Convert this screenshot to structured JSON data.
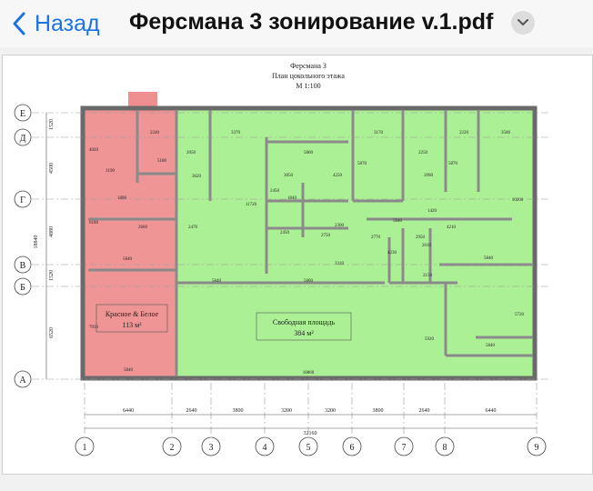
{
  "nav": {
    "back_label": "Назад",
    "title": "Ферсмана 3 зонирование v.1.pdf"
  },
  "plan": {
    "header": [
      "Ферсмана 3",
      "План цокольного этажа",
      "М 1:100"
    ],
    "zone_red": {
      "name": "Красное & Белое",
      "area": "113 м²",
      "color": "#ef8f8f"
    },
    "zone_green": {
      "name": "Свободная площадь",
      "area": "384 м²",
      "color": "#a8ef8f"
    },
    "axes_rows": [
      "Е",
      "Д",
      "Г",
      "В",
      "Б",
      "А"
    ],
    "axes_cols": [
      "1",
      "2",
      "3",
      "4",
      "5",
      "6",
      "7",
      "8",
      "9"
    ],
    "bottom_dims": [
      "6440",
      "2640",
      "3800",
      "3200",
      "3200",
      "3800",
      "2640",
      "6440"
    ],
    "total_width": "32160",
    "left_dims": [
      "1520",
      "4500",
      "4880",
      "1520",
      "6520",
      "18840"
    ],
    "room_dims": [
      "2240",
      "3370",
      "3170",
      "2220",
      "3500",
      "5800",
      "2250",
      "3190",
      "5180",
      "2050",
      "3620",
      "3050",
      "4250",
      "5870",
      "3990",
      "5870",
      "10200",
      "4020",
      "1890",
      "2450",
      "1840",
      "11720",
      "2660",
      "2470",
      "2450",
      "2750",
      "2300",
      "2770",
      "2950",
      "2010",
      "1420",
      "4210",
      "5840",
      "5840",
      "5840",
      "5800",
      "3310",
      "4230",
      "2150",
      "5840",
      "5720",
      "6180",
      "5840",
      "5840",
      "5920",
      "18860",
      "7930"
    ]
  }
}
